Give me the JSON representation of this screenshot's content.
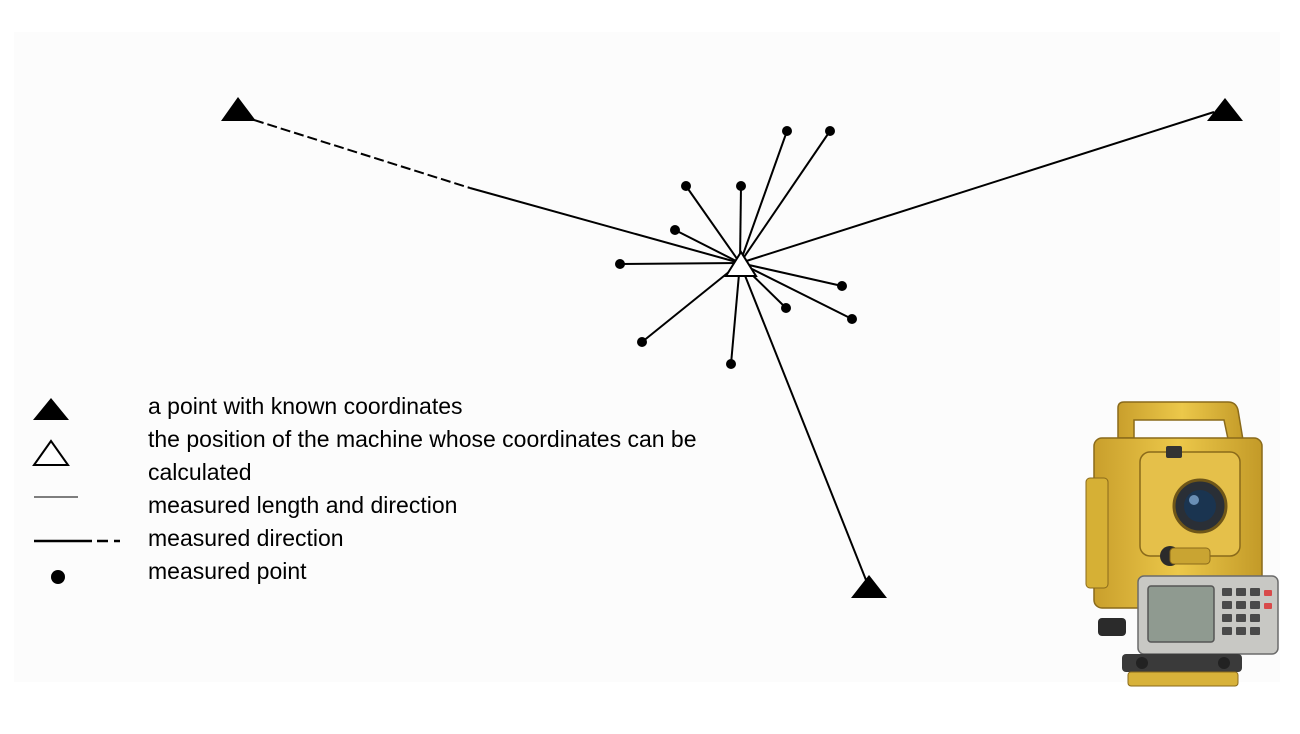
{
  "legend": {
    "known_point": "a point with known coordinates",
    "machine_position": "the position of the machine whose coordinates can be calculated",
    "length_and_direction": "measured length and direction",
    "direction_only": "measured direction",
    "measured_point": "measured point"
  },
  "colors": {
    "ink": "#000000",
    "background": "#ffffff",
    "instrument_body": "#e3bd3c",
    "instrument_shadow": "#b8922a",
    "screen": "#8f9a90"
  },
  "icons": {
    "known_point": "filled-triangle-icon",
    "machine_position": "hollow-triangle-icon",
    "measured_point": "dot-icon",
    "instrument": "total-station-icon"
  }
}
